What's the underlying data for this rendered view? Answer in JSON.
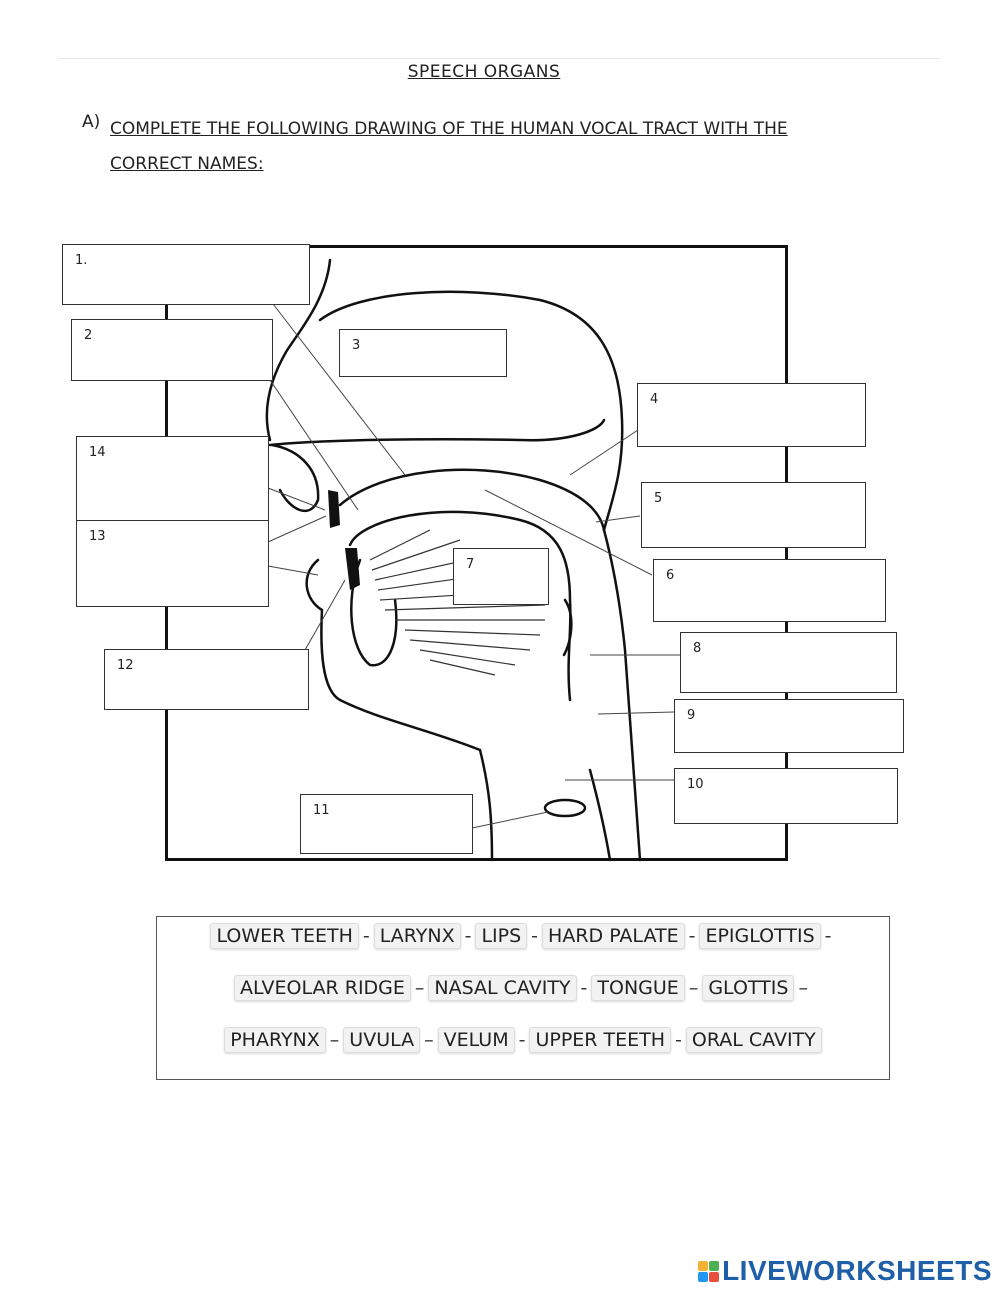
{
  "worksheet": {
    "title": "SPEECH ORGANS",
    "instruction_letter": "A)",
    "instruction_text": "COMPLETE THE FOLLOWING DRAWING OF THE HUMAN VOCAL TRACT WITH THE CORRECT NAMES:"
  },
  "answer_boxes": [
    {
      "number": "1."
    },
    {
      "number": "2"
    },
    {
      "number": "3"
    },
    {
      "number": "4"
    },
    {
      "number": "5"
    },
    {
      "number": "6"
    },
    {
      "number": "7"
    },
    {
      "number": "8"
    },
    {
      "number": "9"
    },
    {
      "number": "10"
    },
    {
      "number": "11"
    },
    {
      "number": "12"
    },
    {
      "number": "13"
    },
    {
      "number": "14"
    }
  ],
  "word_bank": {
    "rows": [
      {
        "words": [
          "LOWER TEETH",
          "LARYNX",
          "LIPS",
          "HARD PALATE",
          "EPIGLOTTIS"
        ],
        "separators": [
          "-",
          "-",
          "-",
          "-",
          "-"
        ]
      },
      {
        "words": [
          "ALVEOLAR RIDGE",
          "NASAL CAVITY",
          "TONGUE",
          "GLOTTIS"
        ],
        "separators": [
          "–",
          "-",
          "–",
          "–"
        ]
      },
      {
        "words": [
          "PHARYNX",
          "UVULA",
          "VELUM",
          "UPPER TEETH",
          "ORAL CAVITY"
        ],
        "separators": [
          "–",
          "–",
          "-",
          "-",
          ""
        ]
      }
    ]
  },
  "brand": {
    "text": "LIVEWORKSHEETS",
    "color": "#1f5fa8",
    "icon_colors": [
      "#f2b233",
      "#4caf50",
      "#2196f3",
      "#e94e3c"
    ]
  }
}
